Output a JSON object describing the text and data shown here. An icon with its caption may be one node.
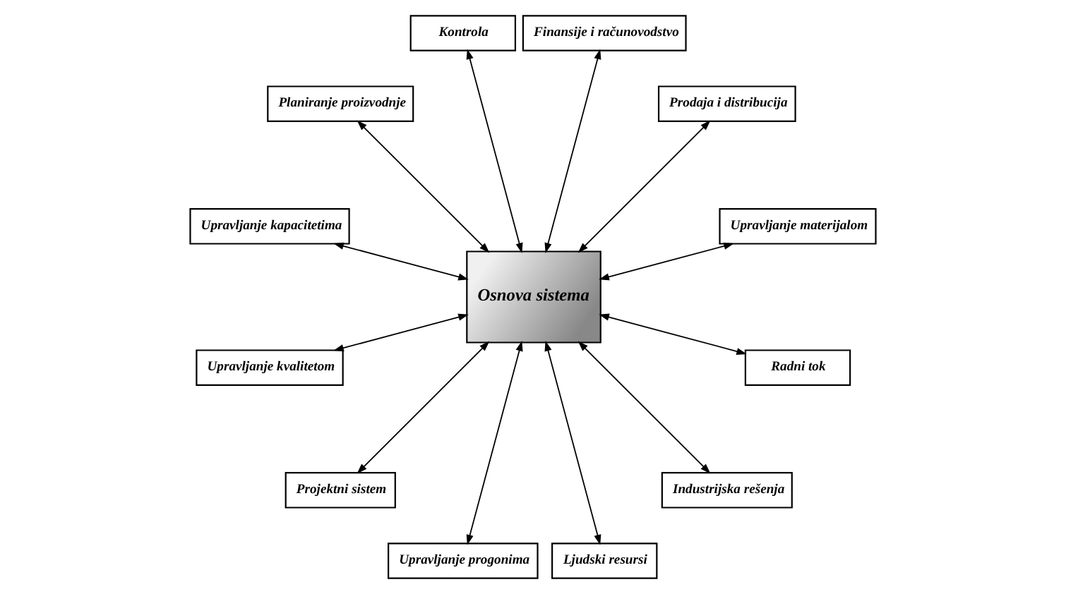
{
  "diagram": {
    "nodes": [
      {
        "text": [
          "Upravljanje materijalom"
        ]
      },
      {
        "text": [
          "Prodaja i distribucija"
        ]
      },
      {
        "text": [
          "Finansije i računovodstvo"
        ]
      },
      {
        "text": [
          "Kontrola"
        ]
      },
      {
        "text": [
          "Planiranje proizvodnje"
        ]
      },
      {
        "text": [
          "Osnova sistema"
        ]
      },
      {
        "text": [
          "Upravljanje kapacitetima"
        ]
      },
      {
        "text": [
          "Upravljanje kvalitetom"
        ]
      },
      {
        "text": [
          "Projektni sistem"
        ]
      },
      {
        "text": [
          "Upravljanje progonima"
        ]
      },
      {
        "text": [
          "Ljudski resursi"
        ]
      },
      {
        "text": [
          "Industrijska rešenja"
        ]
      },
      {
        "text": [
          "Radni tok"
        ]
      }
    ],
    "edges": [
      {
        "from": 5,
        "to": 0,
        "arrow": "both"
      },
      {
        "from": 5,
        "to": 1,
        "arrow": "both"
      },
      {
        "from": 5,
        "to": 2,
        "arrow": "both"
      },
      {
        "from": 5,
        "to": 3,
        "arrow": "both"
      },
      {
        "from": 5,
        "to": 6,
        "arrow": "both"
      },
      {
        "from": 5,
        "to": 8,
        "arrow": "both"
      },
      {
        "from": 5,
        "to": 12,
        "arrow": "both"
      },
      {
        "from": 5,
        "to": 11,
        "arrow": "both"
      },
      {
        "from": 5,
        "to": 10,
        "arrow": "both"
      },
      {
        "from": 5,
        "to": 9,
        "arrow": "both"
      },
      {
        "from": 5,
        "to": 7,
        "arrow": "both"
      },
      {
        "from": 5,
        "to": 4,
        "arrow": "both"
      }
    ]
  }
}
